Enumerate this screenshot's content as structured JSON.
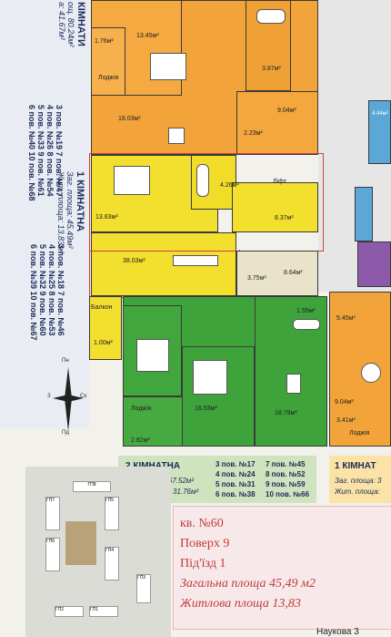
{
  "left_top_list": {
    "title": "КІМНАТИ",
    "area_main": "ощ. 80.24м²",
    "area_living": "а: 41.67м²",
    "rows": [
      "3 пов. №19   7 пов. №47",
      "4 пов. №26   8 пов. №54",
      "5 пов. №33   9 пов. №61",
      "6 пов. №40  10 пов. №68"
    ]
  },
  "left_mid_list": {
    "title": "1 КІМНАТНА",
    "area_main": "Заг. площа: 45.49м²",
    "area_living": "Жит. площа: 13.83м²",
    "rows": [
      "3 пов. №18   7 пов. №46",
      "4 пов. №25   8 пов. №53",
      "5 пов. №32   9 пов. №60",
      "6 пов. №39  10 пов. №67"
    ]
  },
  "plan_labels": {
    "a1": "13.45м²",
    "a2": "1.76м²",
    "a3": "3.87м²",
    "a4": "Лоджія",
    "a5": "18.03м²",
    "a6": "9.04м²",
    "a7": "2.23м²",
    "a8": "4.44м²",
    "b1": "13.83м²",
    "b2": "4.26м²",
    "b3": "8.37м²",
    "b4": "Ліфт",
    "b5": "38.03м²",
    "b6": "3.75м²",
    "b7": "8.64м²",
    "b8": "Балкон",
    "b9": "1.00м²",
    "c1": "1.55м²",
    "c2": "5.45м²",
    "c3": "Лоджія",
    "c4": "16.53м²",
    "c5": "18.79м²",
    "c6": "2.82м²",
    "c7": "9.04м²",
    "c8": "3.41м²",
    "c9": "Лоджія"
  },
  "compass": {
    "north": "Пн",
    "south": "Пд",
    "west": "З",
    "east": "Сх"
  },
  "two_room_card": {
    "title": "2 КІМНАТНА",
    "area_main": "Заг. площа: 67.52м²",
    "area_living": "Жит. площа: 31.76м²",
    "col1": [
      "3 пов. №17",
      "4 пов. №24",
      "5 пов. №31",
      "6 пов. №38"
    ],
    "col2": [
      "7 пов. №45",
      "8 пов. №52",
      "9 пов. №59",
      "10 пов. №66"
    ]
  },
  "one_room_card": {
    "title": "1 КІМНАТ",
    "area_main": "Заг. площа: 3",
    "area_living": "Жит. площа:"
  },
  "site_plan": {
    "labels": [
      "ГП8",
      "ГП7",
      "ГП6",
      "ГП5",
      "ГП4",
      "ГП3",
      "ГП2",
      "ГП1"
    ]
  },
  "note": {
    "lines": [
      "кв. №60",
      "Поверх 9",
      "Під'їзд 1",
      "Загальна площа 45,49 м2",
      "Житлова площа 13,83"
    ]
  },
  "footer": {
    "street": "Наукова 3"
  }
}
